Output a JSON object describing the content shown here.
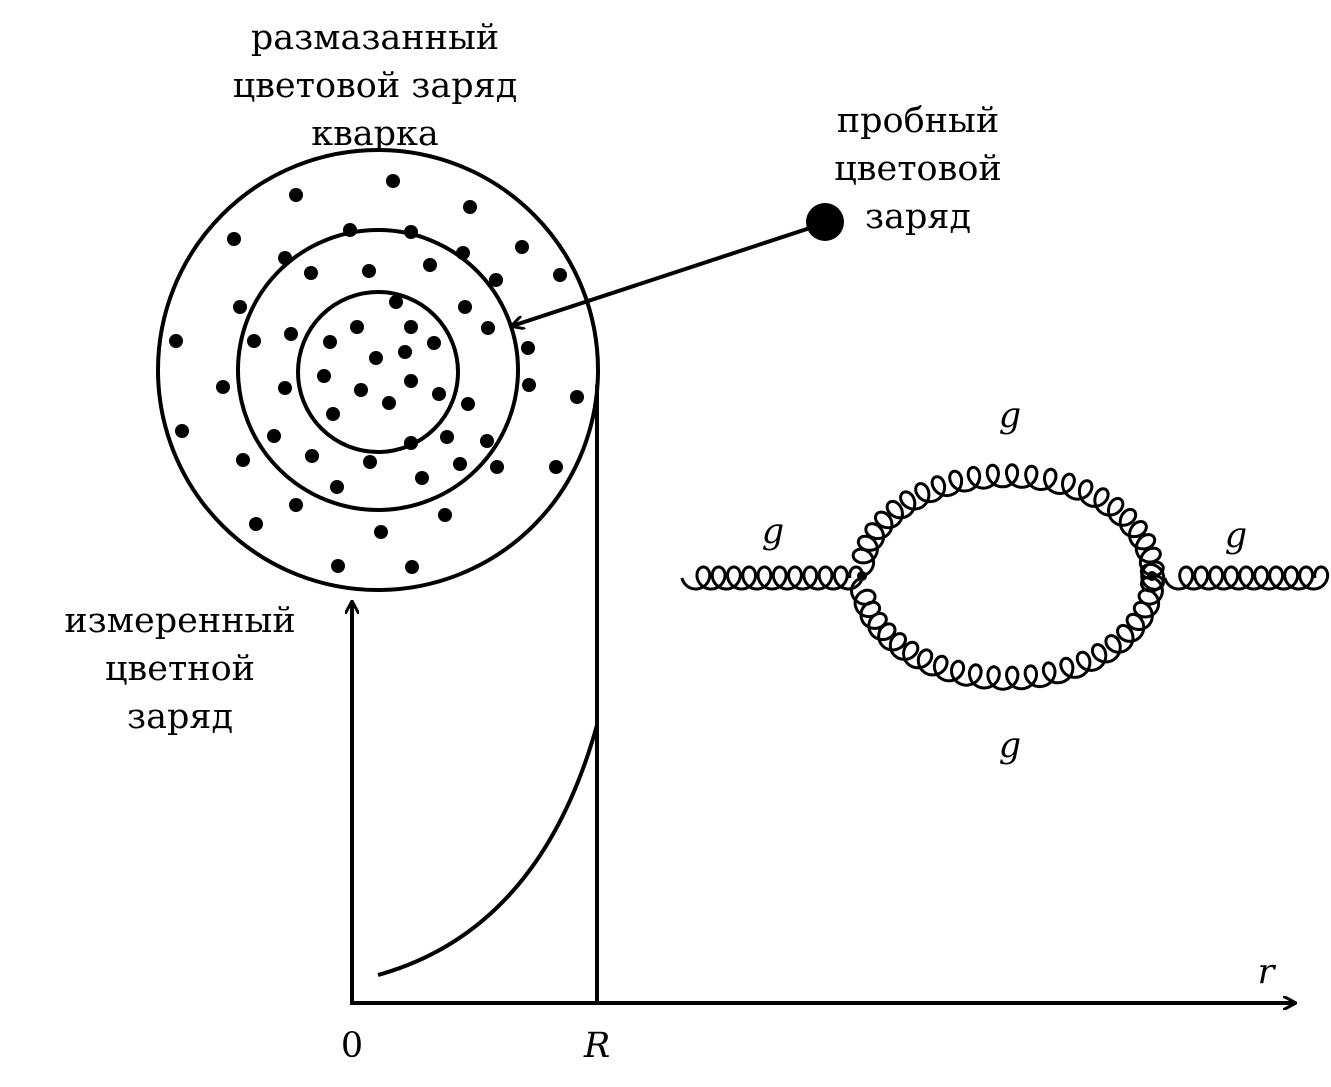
{
  "labels": {
    "smeared_charge": [
      "размазанный",
      "цветовой заряд",
      "кварка"
    ],
    "probe_charge": [
      "пробный",
      "цветовой",
      "заряд"
    ],
    "measured_charge": [
      "измеренный",
      "цветной",
      "заряд"
    ]
  },
  "axis": {
    "origin": "0",
    "radius_tick": "R",
    "x_label": "r"
  },
  "gluon_labels": {
    "top": "g",
    "left": "g",
    "right": "g",
    "bottom": "g"
  },
  "colors": {
    "ink": "#000000",
    "background": "#ffffff"
  }
}
